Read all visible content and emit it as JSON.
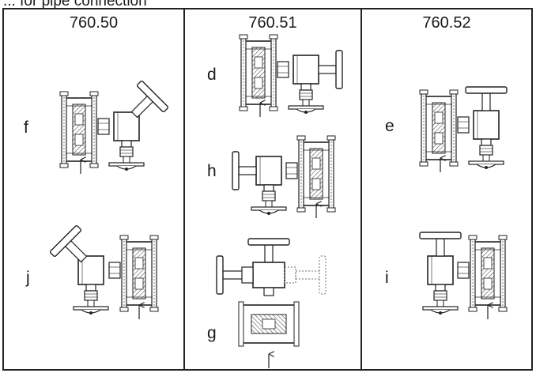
{
  "header_partial": "... for pipe connection",
  "columns": [
    {
      "model": "760.50",
      "variants": [
        "f",
        "j"
      ]
    },
    {
      "model": "760.51",
      "variants": [
        "d",
        "h",
        "g"
      ]
    },
    {
      "model": "760.52",
      "variants": [
        "e",
        "i"
      ]
    }
  ],
  "colors": {
    "line": "#222222",
    "hatch": "#555555",
    "dashed": "#8a8a8a"
  }
}
